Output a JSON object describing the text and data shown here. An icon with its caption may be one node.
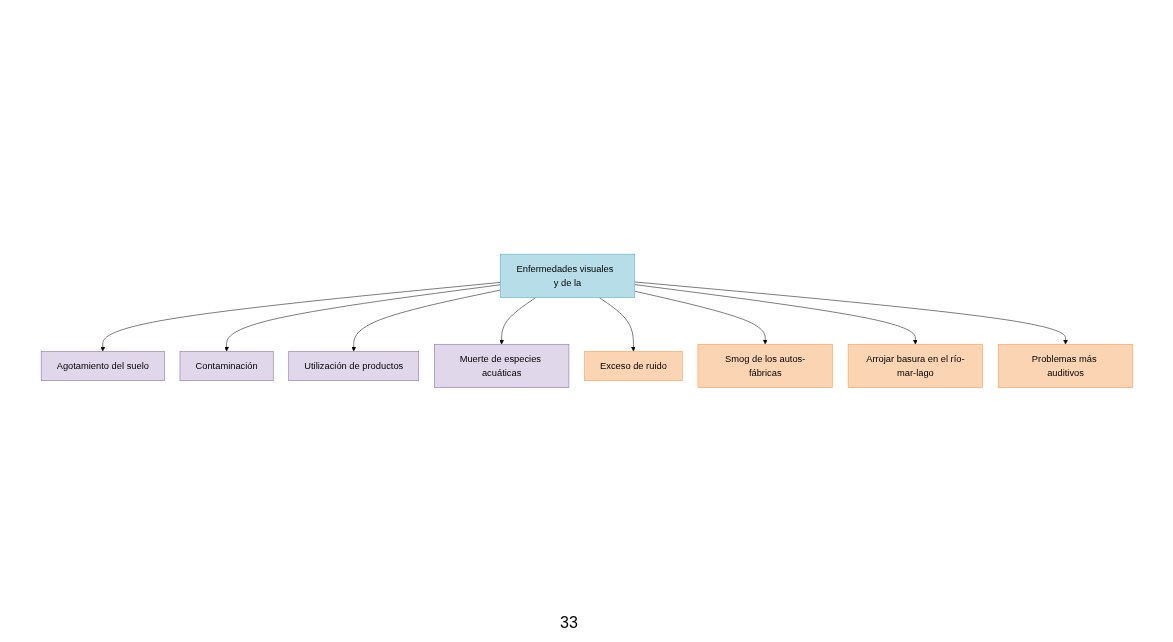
{
  "diagram": {
    "nodes": [
      {
        "text": [
          "Agotamiento del suelo"
        ]
      },
      {
        "text": [
          "Contaminación"
        ]
      },
      {
        "text": [
          "Utilización de productos"
        ]
      },
      {
        "text": [
          "Muerte de especies acuáticas"
        ]
      },
      {
        "text": [
          "Enfermedades visuales  y de la"
        ]
      },
      {
        "text": [
          "Exceso de ruido"
        ]
      },
      {
        "text": [
          "Smog de los autos-fábricas"
        ]
      },
      {
        "text": [
          "Arrojar basura en el río-mar-lago"
        ]
      },
      {
        "text": [
          "Problemas más auditivos"
        ]
      }
    ],
    "edges": [
      {
        "from": 4,
        "to": 0,
        "arrow": "to"
      },
      {
        "from": 4,
        "to": 1,
        "arrow": "to"
      },
      {
        "from": 4,
        "to": 2,
        "arrow": "to"
      },
      {
        "from": 4,
        "to": 3,
        "arrow": "to"
      },
      {
        "from": 4,
        "to": 5,
        "arrow": "to"
      },
      {
        "from": 4,
        "to": 6,
        "arrow": "to"
      },
      {
        "from": 4,
        "to": 7,
        "arrow": "to"
      },
      {
        "from": 4,
        "to": 8,
        "arrow": "to"
      }
    ],
    "labels": [
      "33"
    ]
  }
}
